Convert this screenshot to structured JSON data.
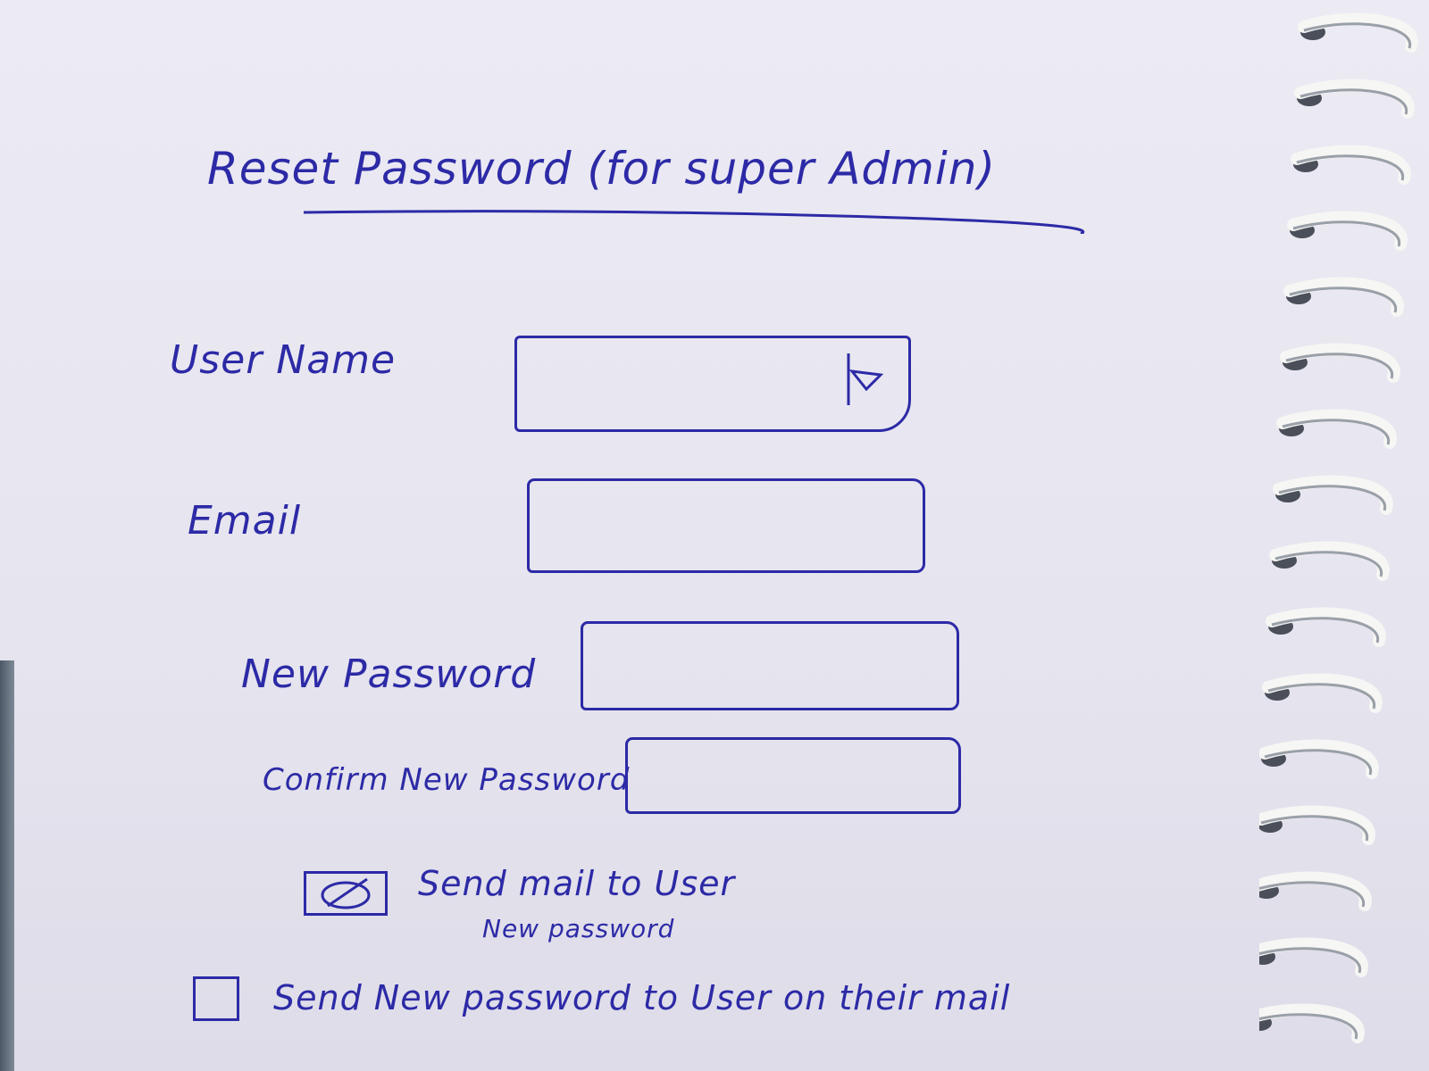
{
  "page": {
    "title": "Reset Password (for super Admin)"
  },
  "form": {
    "username_label": "User Name",
    "email_label": "Email",
    "new_password_label": "New Password",
    "confirm_password_label": "Confirm New Password"
  },
  "options": {
    "send_mail_label": "Send mail to User",
    "send_mail_sublabel": "New password",
    "send_mail_checked": true,
    "send_new_password_label": "Send New password to User on their mail",
    "send_new_password_checked": false
  },
  "icons": {
    "username_dropdown": "dropdown-arrow-icon",
    "send_mail_check": "check-mark-icon"
  },
  "colors": {
    "ink": "#2c2aa6",
    "paper": "#eceaf3"
  }
}
